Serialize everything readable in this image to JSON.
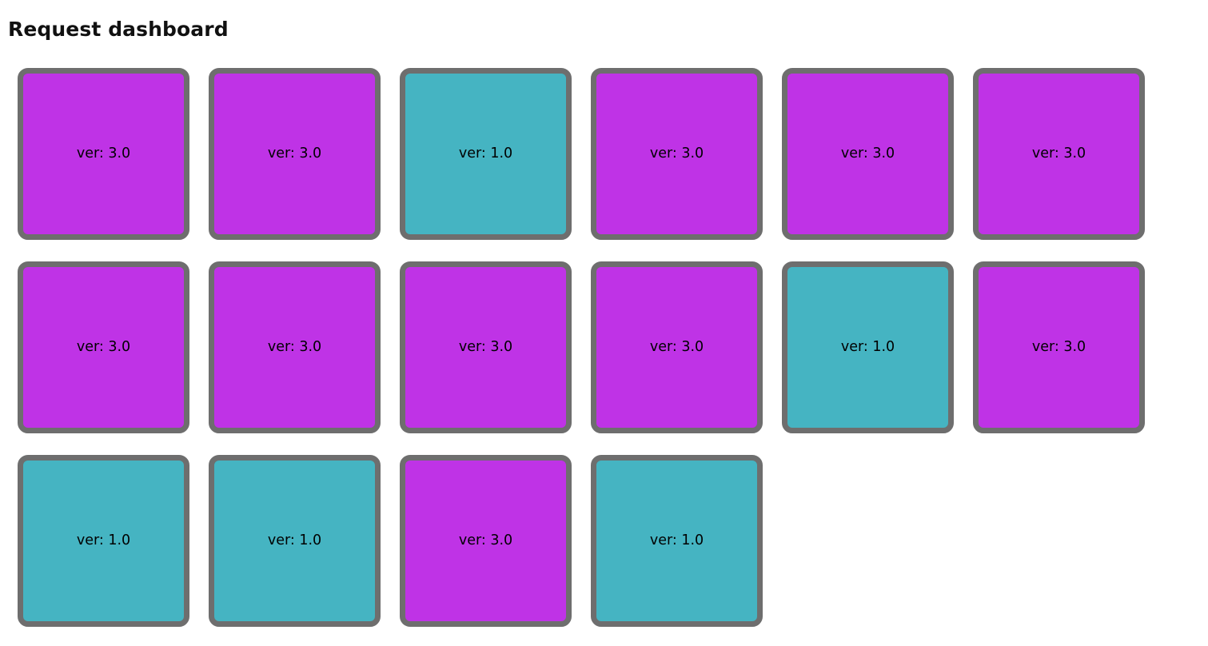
{
  "page": {
    "title": "Request dashboard",
    "background_color": "#ffffff"
  },
  "palette": {
    "version_3_color": "#bf33e6",
    "version_1_color": "#45b4c2",
    "tile_border_color": "#6e6e6e",
    "label_color": "#000000",
    "title_color": "#111111"
  },
  "grid": {
    "columns_per_row": [
      6,
      6,
      4
    ],
    "tile_count": 16,
    "tiles": [
      {
        "label": "ver: 3.0",
        "version": "3.0",
        "color": "#bf33e6",
        "row": 1,
        "col": 1
      },
      {
        "label": "ver: 3.0",
        "version": "3.0",
        "color": "#bf33e6",
        "row": 1,
        "col": 2
      },
      {
        "label": "ver: 1.0",
        "version": "1.0",
        "color": "#45b4c2",
        "row": 1,
        "col": 3
      },
      {
        "label": "ver: 3.0",
        "version": "3.0",
        "color": "#bf33e6",
        "row": 1,
        "col": 4
      },
      {
        "label": "ver: 3.0",
        "version": "3.0",
        "color": "#bf33e6",
        "row": 1,
        "col": 5
      },
      {
        "label": "ver: 3.0",
        "version": "3.0",
        "color": "#bf33e6",
        "row": 1,
        "col": 6
      },
      {
        "label": "ver: 3.0",
        "version": "3.0",
        "color": "#bf33e6",
        "row": 2,
        "col": 1
      },
      {
        "label": "ver: 3.0",
        "version": "3.0",
        "color": "#bf33e6",
        "row": 2,
        "col": 2
      },
      {
        "label": "ver: 3.0",
        "version": "3.0",
        "color": "#bf33e6",
        "row": 2,
        "col": 3
      },
      {
        "label": "ver: 3.0",
        "version": "3.0",
        "color": "#bf33e6",
        "row": 2,
        "col": 4
      },
      {
        "label": "ver: 1.0",
        "version": "1.0",
        "color": "#45b4c2",
        "row": 2,
        "col": 5
      },
      {
        "label": "ver: 3.0",
        "version": "3.0",
        "color": "#bf33e6",
        "row": 2,
        "col": 6
      },
      {
        "label": "ver: 1.0",
        "version": "1.0",
        "color": "#45b4c2",
        "row": 3,
        "col": 1
      },
      {
        "label": "ver: 1.0",
        "version": "1.0",
        "color": "#45b4c2",
        "row": 3,
        "col": 2
      },
      {
        "label": "ver: 3.0",
        "version": "3.0",
        "color": "#bf33e6",
        "row": 3,
        "col": 3
      },
      {
        "label": "ver: 1.0",
        "version": "1.0",
        "color": "#45b4c2",
        "row": 3,
        "col": 4
      }
    ]
  }
}
